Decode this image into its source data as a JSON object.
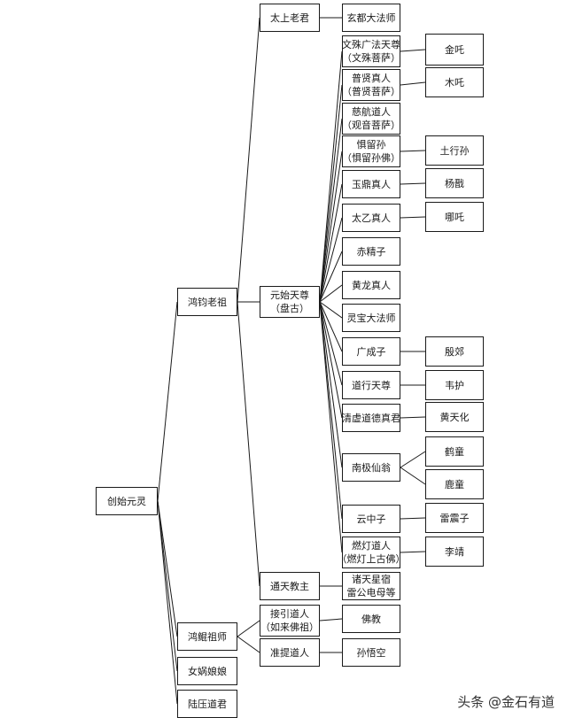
{
  "nodes": {
    "chuangshi": {
      "lines": [
        "创始元灵"
      ]
    },
    "hongjun": {
      "lines": [
        "鸿钧老祖"
      ]
    },
    "hongmeng": {
      "lines": [
        "鸿鲲祖师"
      ]
    },
    "nuwa": {
      "lines": [
        "女娲娘娘"
      ]
    },
    "luya": {
      "lines": [
        "陆压道君"
      ]
    },
    "taishang": {
      "lines": [
        "太上老君"
      ]
    },
    "yuanshi": {
      "lines": [
        "元始天尊",
        "（盘古）"
      ]
    },
    "tongtian": {
      "lines": [
        "通天教主"
      ]
    },
    "jieyin": {
      "lines": [
        "接引道人",
        "（如来佛祖）"
      ]
    },
    "zhunti": {
      "lines": [
        "准提道人"
      ]
    },
    "xuandu": {
      "lines": [
        "玄都大法师"
      ]
    },
    "wenshu": {
      "lines": [
        "文殊广法天尊",
        "（文殊菩萨）"
      ]
    },
    "puxian": {
      "lines": [
        "普贤真人",
        "（普贤菩萨）"
      ]
    },
    "cihang": {
      "lines": [
        "慈航道人",
        "（观音菩萨）"
      ]
    },
    "juliusun": {
      "lines": [
        "惧留孙",
        "（惧留孙佛）"
      ]
    },
    "yuding": {
      "lines": [
        "玉鼎真人"
      ]
    },
    "taiyi": {
      "lines": [
        "太乙真人"
      ]
    },
    "chijingzi": {
      "lines": [
        "赤精子"
      ]
    },
    "huanglong": {
      "lines": [
        "黄龙真人"
      ]
    },
    "lingbao": {
      "lines": [
        "灵宝大法师"
      ]
    },
    "guangchengzi": {
      "lines": [
        "广成子"
      ]
    },
    "daoxing": {
      "lines": [
        "道行天尊"
      ]
    },
    "qingxu": {
      "lines": [
        "清虚道德真君"
      ]
    },
    "nanji": {
      "lines": [
        "南极仙翁"
      ]
    },
    "yunzhongzi": {
      "lines": [
        "云中子"
      ]
    },
    "randeng": {
      "lines": [
        "燃灯道人",
        "（燃灯上古佛）"
      ]
    },
    "zhutian": {
      "lines": [
        "诸天星宿",
        "雷公电母等"
      ]
    },
    "fojiao": {
      "lines": [
        "佛教"
      ]
    },
    "sunwukong": {
      "lines": [
        "孙悟空"
      ]
    },
    "jinzha": {
      "lines": [
        "金吒"
      ]
    },
    "muzha": {
      "lines": [
        "木吒"
      ]
    },
    "tuxingsun": {
      "lines": [
        "土行孙"
      ]
    },
    "yangjian": {
      "lines": [
        "杨戬"
      ]
    },
    "nezha": {
      "lines": [
        "哪吒"
      ]
    },
    "yinjiao": {
      "lines": [
        "殷郊"
      ]
    },
    "weihu": {
      "lines": [
        "韦护"
      ]
    },
    "huangtianhua": {
      "lines": [
        "黄天化"
      ]
    },
    "hetong": {
      "lines": [
        "鹤童"
      ]
    },
    "lutong": {
      "lines": [
        "鹿童"
      ]
    },
    "leizhenzi": {
      "lines": [
        "雷震子"
      ]
    },
    "lijing": {
      "lines": [
        "李靖"
      ]
    }
  },
  "watermark": {
    "text": "头条 @金石有道"
  }
}
